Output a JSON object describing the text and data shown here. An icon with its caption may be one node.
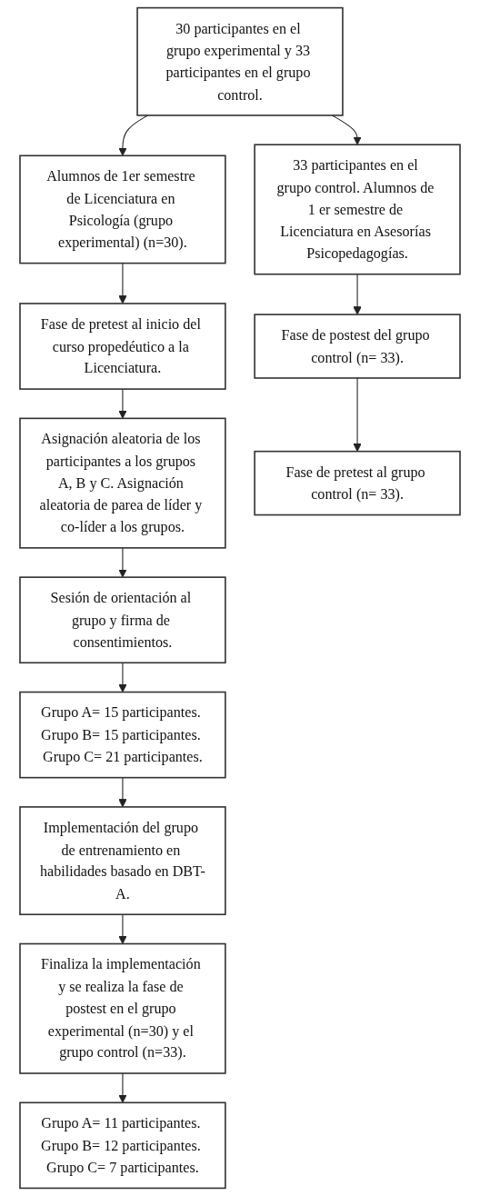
{
  "diagram": {
    "nodes": [
      {
        "text": [
          "30 participantes en el grupo experimental y 33 participantes en el grupo control."
        ]
      },
      {
        "text": [
          "Alumnos de 1er semestre de Licenciatura en Psicología (grupo experimental) (n=30)."
        ]
      },
      {
        "text": [
          "33 participantes en el grupo control. Alumnos de 1 er semestre de Licenciatura en Asesorías Psicopedagogías."
        ]
      },
      {
        "text": [
          "Fase de pretest al inicio del curso propedéutico a la Licenciatura."
        ]
      },
      {
        "text": [
          "Fase de postest del grupo control (n= 33)."
        ]
      },
      {
        "text": [
          "Asignación aleatoria de los participantes a los grupos A, B y C. Asignación aleatoria de parea de líder y co-líder a los grupos."
        ]
      },
      {
        "text": [
          "Fase de pretest al grupo control (n= 33)."
        ]
      },
      {
        "text": [
          "Sesión de orientación al grupo y firma de consentimientos."
        ]
      },
      {
        "text": [
          "Grupo A= 15 participantes. Grupo B= 15 participantes. Grupo C= 21 participantes."
        ]
      },
      {
        "text": [
          "Implementación del grupo de entrenamiento en habilidades basado en DBT-A."
        ]
      },
      {
        "text": [
          "Finaliza la implementación y se realiza la fase de postest en el grupo experimental (n=30) y el grupo control (n=33)."
        ]
      },
      {
        "text": [
          "Grupo A= 11 participantes. Grupo B= 12 participantes. Grupo C= 7 participantes."
        ]
      }
    ],
    "edges": [
      {
        "from": 0,
        "to": 1,
        "arrow": "to"
      },
      {
        "from": 0,
        "to": 2,
        "arrow": "to"
      },
      {
        "from": 1,
        "to": 3,
        "arrow": "to"
      },
      {
        "from": 2,
        "to": 4,
        "arrow": "to"
      },
      {
        "from": 3,
        "to": 5,
        "arrow": "to"
      },
      {
        "from": 4,
        "to": 6,
        "arrow": "to"
      },
      {
        "from": 5,
        "to": 7,
        "arrow": "to"
      },
      {
        "from": 7,
        "to": 8,
        "arrow": "to"
      },
      {
        "from": 8,
        "to": 9,
        "arrow": "to"
      },
      {
        "from": 9,
        "to": 10,
        "arrow": "to"
      },
      {
        "from": 10,
        "to": 11,
        "arrow": "to"
      }
    ]
  }
}
